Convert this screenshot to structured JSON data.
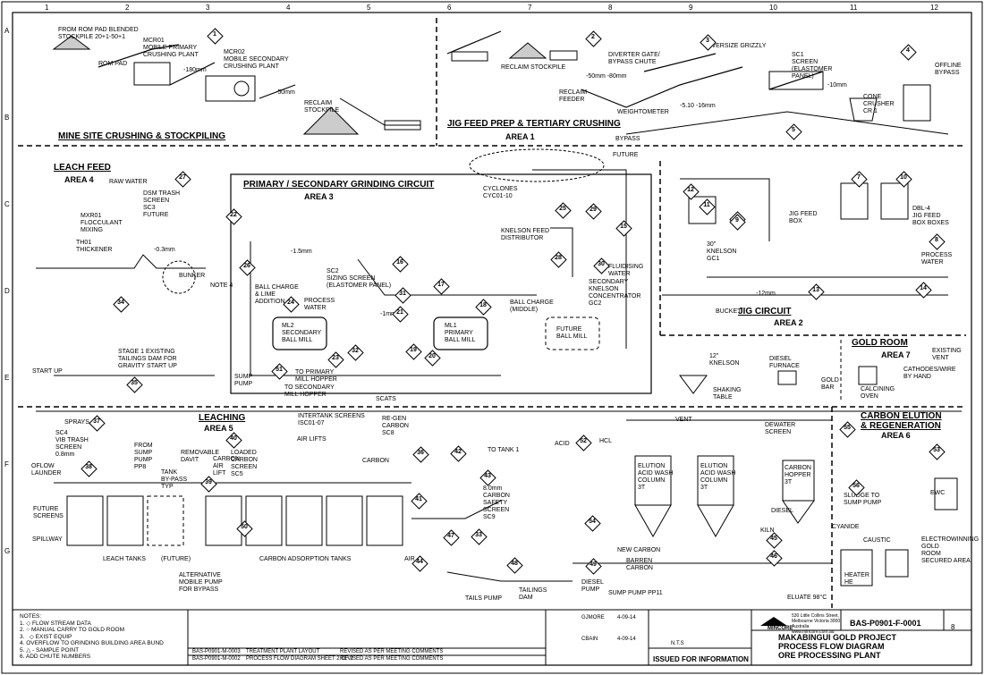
{
  "areas": {
    "mine": "MINE SITE CRUSHING & STOCKPILING",
    "jig_feed": "JIG FEED PREP & TERTIARY CRUSHING",
    "area1": "AREA 1",
    "leach_feed": "LEACH FEED",
    "area4": "AREA 4",
    "grinding": "PRIMARY / SECONDARY GRINDING CIRCUIT",
    "area3": "AREA 3",
    "jig": "JIG CIRCUIT",
    "area2": "AREA 2",
    "gold_room": "GOLD ROOM",
    "area7": "AREA 7",
    "leaching": "LEACHING",
    "area5": "AREA 5",
    "elution": "CARBON ELUTION",
    "regen": "& REGENERATION",
    "area6": "AREA 6"
  },
  "labels": {
    "rom_stockpile": "FROM ROM PAD BLENDED\nSTOCKPILE 20+1-50+1",
    "rom_pad": "ROM PAD",
    "mcr01": "MCR01\nMOBILE PRIMARY\nCRUSHING PLANT",
    "mcr02": "MCR02\nMOBILE SECONDARY\nCRUSHING PLANT",
    "reclaim": "RECLAIM\nSTOCKPILE",
    "reclaim2": "RECLAIM STOCKPILE",
    "diverter": "DIVERTER GATE/\nBYPASS CHUTE",
    "grizzly": "OVERSIZE GRIZZLY",
    "screen": "SC1\nSCREEN\n(ELASTOMER\nPANEL)",
    "cone": "CONE\nCRUSHER\nCR 1",
    "offline": "OFFLINE\nBYPASS",
    "weightometer": "WEIGHTOMETER",
    "bypass": "BYPASS",
    "reclaim_feeder": "RECLAIM\nFEEDER",
    "cyclones": "CYCLONES\nCYC01-10",
    "knelson_feed": "KNELSON FEED\nDISTRIBUTOR",
    "sizing_screen": "SC2\nSIZING SCREEN\n(ELASTOMER PANEL)",
    "ball_charge": "BALL CHARGE\n& LIME\nADDITION",
    "process_water": "PROCESS\nWATER",
    "secondary_mill": "ML2\nSECONDARY\nBALL MILL",
    "primary_mill": "ML1\nPRIMARY\nBALL MILL",
    "future_mill": "FUTURE\nBALL MILL",
    "ball_charge2": "BALL CHARGE\n(MIDDLE)",
    "secondary_kc": "SECONDARY\nKNELSON\nCONCENTRATOR\nGC2",
    "fluidising": "FLUIDISING\nWATER",
    "raw_water": "RAW WATER",
    "dsm": "DSM TRASH\nSCREEN\nSC3\nFUTURE",
    "flocculant": "MXR01\nFLOCCULANT\nMIXING",
    "thickener": "TH01\nTHICKENER",
    "bunker": "BUNKER",
    "note4": "NOTE 4",
    "stage1": "STAGE 1 EXISTING\nTAILINGS DAM FOR\nGRAVITY START UP",
    "start_up": "START UP",
    "sump_pump": "SUMP\nPUMP",
    "to_primary": "TO PRIMARY\nMILL HOPPER",
    "to_secondary": "TO SECONDARY\nMILL HOPPER",
    "scats": "SCATS",
    "jig_feed_boxes": "JIG FEED\nBOX",
    "knelson30": "30\"\nKNELSON\nGC1",
    "dbl_jigs": "DBL-4\nJIG FEED\nBOX BOXES",
    "bucket": "BUCKET",
    "process_water2": "PROCESS\nWATER",
    "cathodes": "CATHODES/WIRE\nBY HAND",
    "diesel_furnace": "DIESEL\nFURNACE",
    "gold_bar": "GOLD\nBAR",
    "calcining": "CALCINING\nOVEN",
    "shaking_table": "SHAKING\nTABLE",
    "knelson12": "12\"\nKNELSON",
    "existing_vent": "EXISTING\nVENT",
    "interstage": "INTERTANK SCREENS\nISC01-07",
    "re_gen": "RE-GEN\nCARBON\nSC8",
    "to_tank1": "TO TANK 1",
    "carbon": "CARBON",
    "acid": "ACID",
    "hcl": "HCL",
    "vent": "VENT",
    "dewater": "DEWATER\nSCREEN",
    "elution_col1": "ELUTION\nACID WASH\nCOLUMN\n3T",
    "elution_col2": "ELUTION\nACID WASH\nCOLUMN\n3T",
    "carbon_hopper": "CARBON\nHOPPER\n3T",
    "kiln": "KILN",
    "diesel": "DIESEL",
    "new_carbon": "NEW CARBON",
    "barren_carbon": "BARREN\nCARBON",
    "eluate": "ELUATE 98°C",
    "heater": "HEATER\nHE",
    "electrowin": "ELECTROWINNING\nGOLD\nROOM",
    "secured": "SECURED AREA",
    "caustic": "CAUSTIC",
    "cyanide": "CYANIDE",
    "sludge": "SLUDGE TO\nSUMP PUMP",
    "ewc": "EWC",
    "safety_screen": "8.0mm\nCARBON\nSAFETY\nSCREEN\nSC9",
    "sprays": "SPRAYS",
    "trash_screen": "SC4\nVIB TRASH\nSCREEN\n0.8mm",
    "oflow": "OFLOW\nLAUNDER",
    "future_screens": "FUTURE\nSCREENS",
    "spillway": "SPILLWAY",
    "leach_tanks": "LEACH TANKS",
    "future": "(FUTURE)",
    "adsorption": "CARBON ADSORPTION TANKS",
    "alt_pump": "ALTERNATIVE\nMOBILE PUMP\nFOR BYPASS",
    "tails_pump": "TAILS PUMP",
    "tailings_dam": "TAILINGS\nDAM",
    "sump_pump11": "SUMP PUMP PP11",
    "diesel_pump": "DIESEL\nPUMP",
    "removable": "REMOVABLE\nDAVIT",
    "tank_bypass": "TANK\nBY-PASS\nTYP",
    "from_sump": "FROM\nSUMP\nPUMP\nPP8",
    "carbon_air": "CARBON\nAIR\nLIFT",
    "loaded_carbon": "LOADED\nCARBON\nSCREEN\nSC5",
    "air_lifts": "AIR LIFTS",
    "future_top": "FUTURE",
    "air": "AIR"
  },
  "sizes": [
    "-180mm",
    "-50mm",
    "-10mm",
    "-1.5mm",
    "-1mm",
    "-12mm",
    "-0.3mm",
    "-5.10 -16mm",
    "-50mm -80mm"
  ],
  "stream_diamonds": [
    "1",
    "2",
    "3",
    "4",
    "5",
    "6",
    "7",
    "8",
    "9",
    "10",
    "11",
    "12",
    "13",
    "14",
    "15",
    "16",
    "17",
    "18",
    "19",
    "20",
    "21",
    "22",
    "23",
    "24",
    "25",
    "26",
    "27",
    "28",
    "29",
    "30",
    "31",
    "32",
    "33",
    "34",
    "35",
    "36",
    "37",
    "38",
    "39",
    "40",
    "41",
    "42",
    "43",
    "44",
    "45",
    "46",
    "47",
    "48",
    "49",
    "50",
    "51",
    "52",
    "53",
    "54",
    "55",
    "56"
  ],
  "grid": {
    "cols": [
      "1",
      "2",
      "3",
      "4",
      "5",
      "6",
      "7",
      "8",
      "9",
      "10",
      "11",
      "12"
    ],
    "rows": [
      "A",
      "B",
      "C",
      "D",
      "E",
      "F",
      "G"
    ]
  },
  "notes": "NOTES:\n1. ◇ FLOW STREAM DATA\n2. ○ MANUAL CARRY TO GOLD ROOM\n3.   ◇ EXIST EQUIP\n4. OVERFLOW TO GRINDING BUILDING AREA BUND\n5. △ - SAMPLE POINT\n6. ADD CHUTE NUMBERS",
  "titleblock": {
    "ref1": "BAS-P0901-M-0003",
    "ref1_title": "TREATMENT PLANT LAYOUT",
    "ref2": "BAS-P0901-M-0002",
    "ref2_title": "PROCESS FLOW DIAGRAM SHEET 2 OF 2",
    "rev_desc1": "REVISED AS PER MEETING COMMENTS",
    "rev_desc2": "REVISED AS PER MEETING COMMENTS",
    "drawn": "GJMORE",
    "drawn_date": "4-09-14",
    "checked": "CBAIN",
    "checked_date": "4-09-14",
    "scale": "N.T.S",
    "status": "ISSUED FOR INFORMATION",
    "company": "MINCORE",
    "address": "530 Little Collins Street,\nMelbourne Victoria 3000\nAustralia\nwww.mincore.com.au",
    "project": "MAKABINGUI GOLD PROJECT",
    "title2": "PROCESS FLOW DIAGRAM",
    "title3": "ORE PROCESSING PLANT",
    "dwg_no": "BAS-P0901-F-0001",
    "rev": "8"
  }
}
